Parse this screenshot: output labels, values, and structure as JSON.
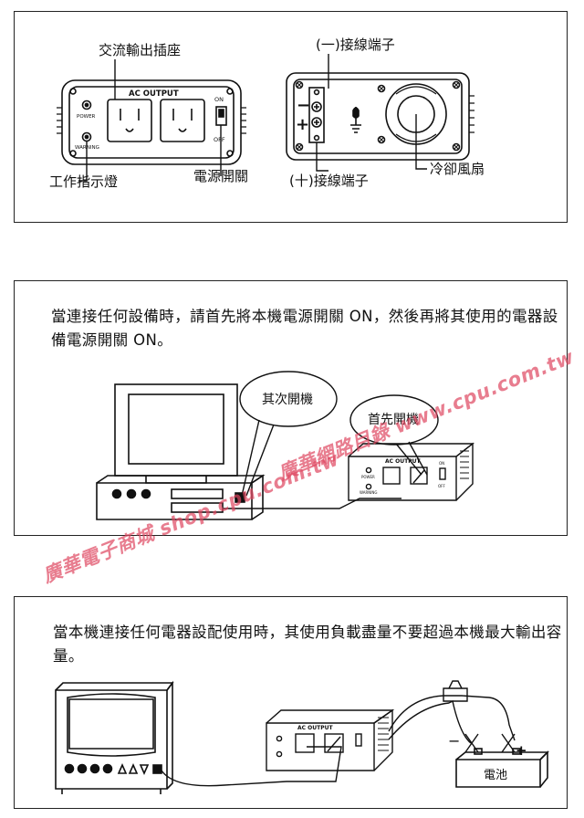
{
  "colors": {
    "ink": "#111111",
    "watermark": "#de465f"
  },
  "panel1": {
    "ac_outlet_label": "交流輸出插座",
    "ac_output_text": "AC OUTPUT",
    "power_text": "POWER",
    "warning_text": "WARNING",
    "on_text": "ON",
    "off_text": "OFF",
    "indicator_label": "工作指示燈",
    "power_switch_label": "電源開關",
    "neg_terminal_label": "(一)接線端子",
    "pos_terminal_label": "(十)接線端子",
    "fan_label": "冷卻風扇"
  },
  "panel2": {
    "instruction": "當連接任何設備時，請首先將本機電源開關 ON，然後再將其使用的電器設備電源開關 ON。",
    "bubble_second": "其次開機",
    "bubble_first": "首先開機",
    "inverter_ac_output": "AC OUTPUT",
    "inverter_power": "POWER",
    "inverter_warning": "WARNING",
    "inverter_on": "ON",
    "inverter_off": "OFF"
  },
  "panel3": {
    "instruction": "當本機連接任何電器設配使用時，其使用負載盡量不要超過本機最大輸出容量。",
    "inverter_ac_output": "AC OUTPUT",
    "battery_label": "電池",
    "minus_sign": "−",
    "plus_sign": "+"
  },
  "watermark": {
    "line1": "廣華電子商城 shop.cpu.com.tw",
    "line2": "廣華網路目錄 www.cpu.com.tw"
  }
}
